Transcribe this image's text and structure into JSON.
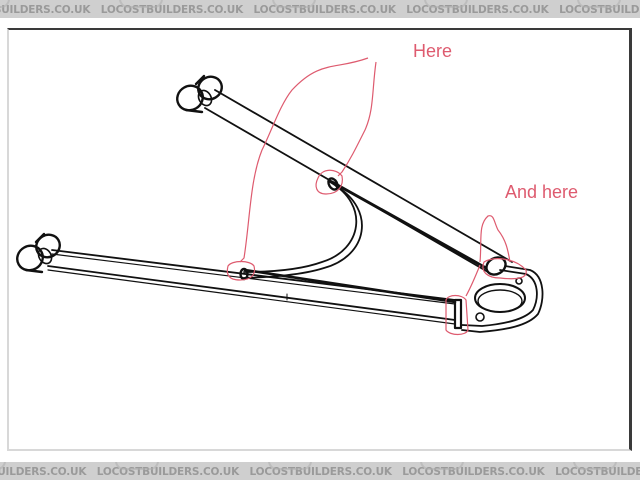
{
  "watermark": {
    "text": "LOCOSTBUILDERS.CO.UK",
    "color": "#9a9a9a",
    "band_color": "#cfcfcf"
  },
  "drawing": {
    "subject": "wishbone suspension arm line drawing",
    "line_color": "#111111"
  },
  "annotations": {
    "color": "#de5b6f",
    "labels": [
      {
        "text": "Here"
      },
      {
        "text": "And here"
      }
    ]
  }
}
